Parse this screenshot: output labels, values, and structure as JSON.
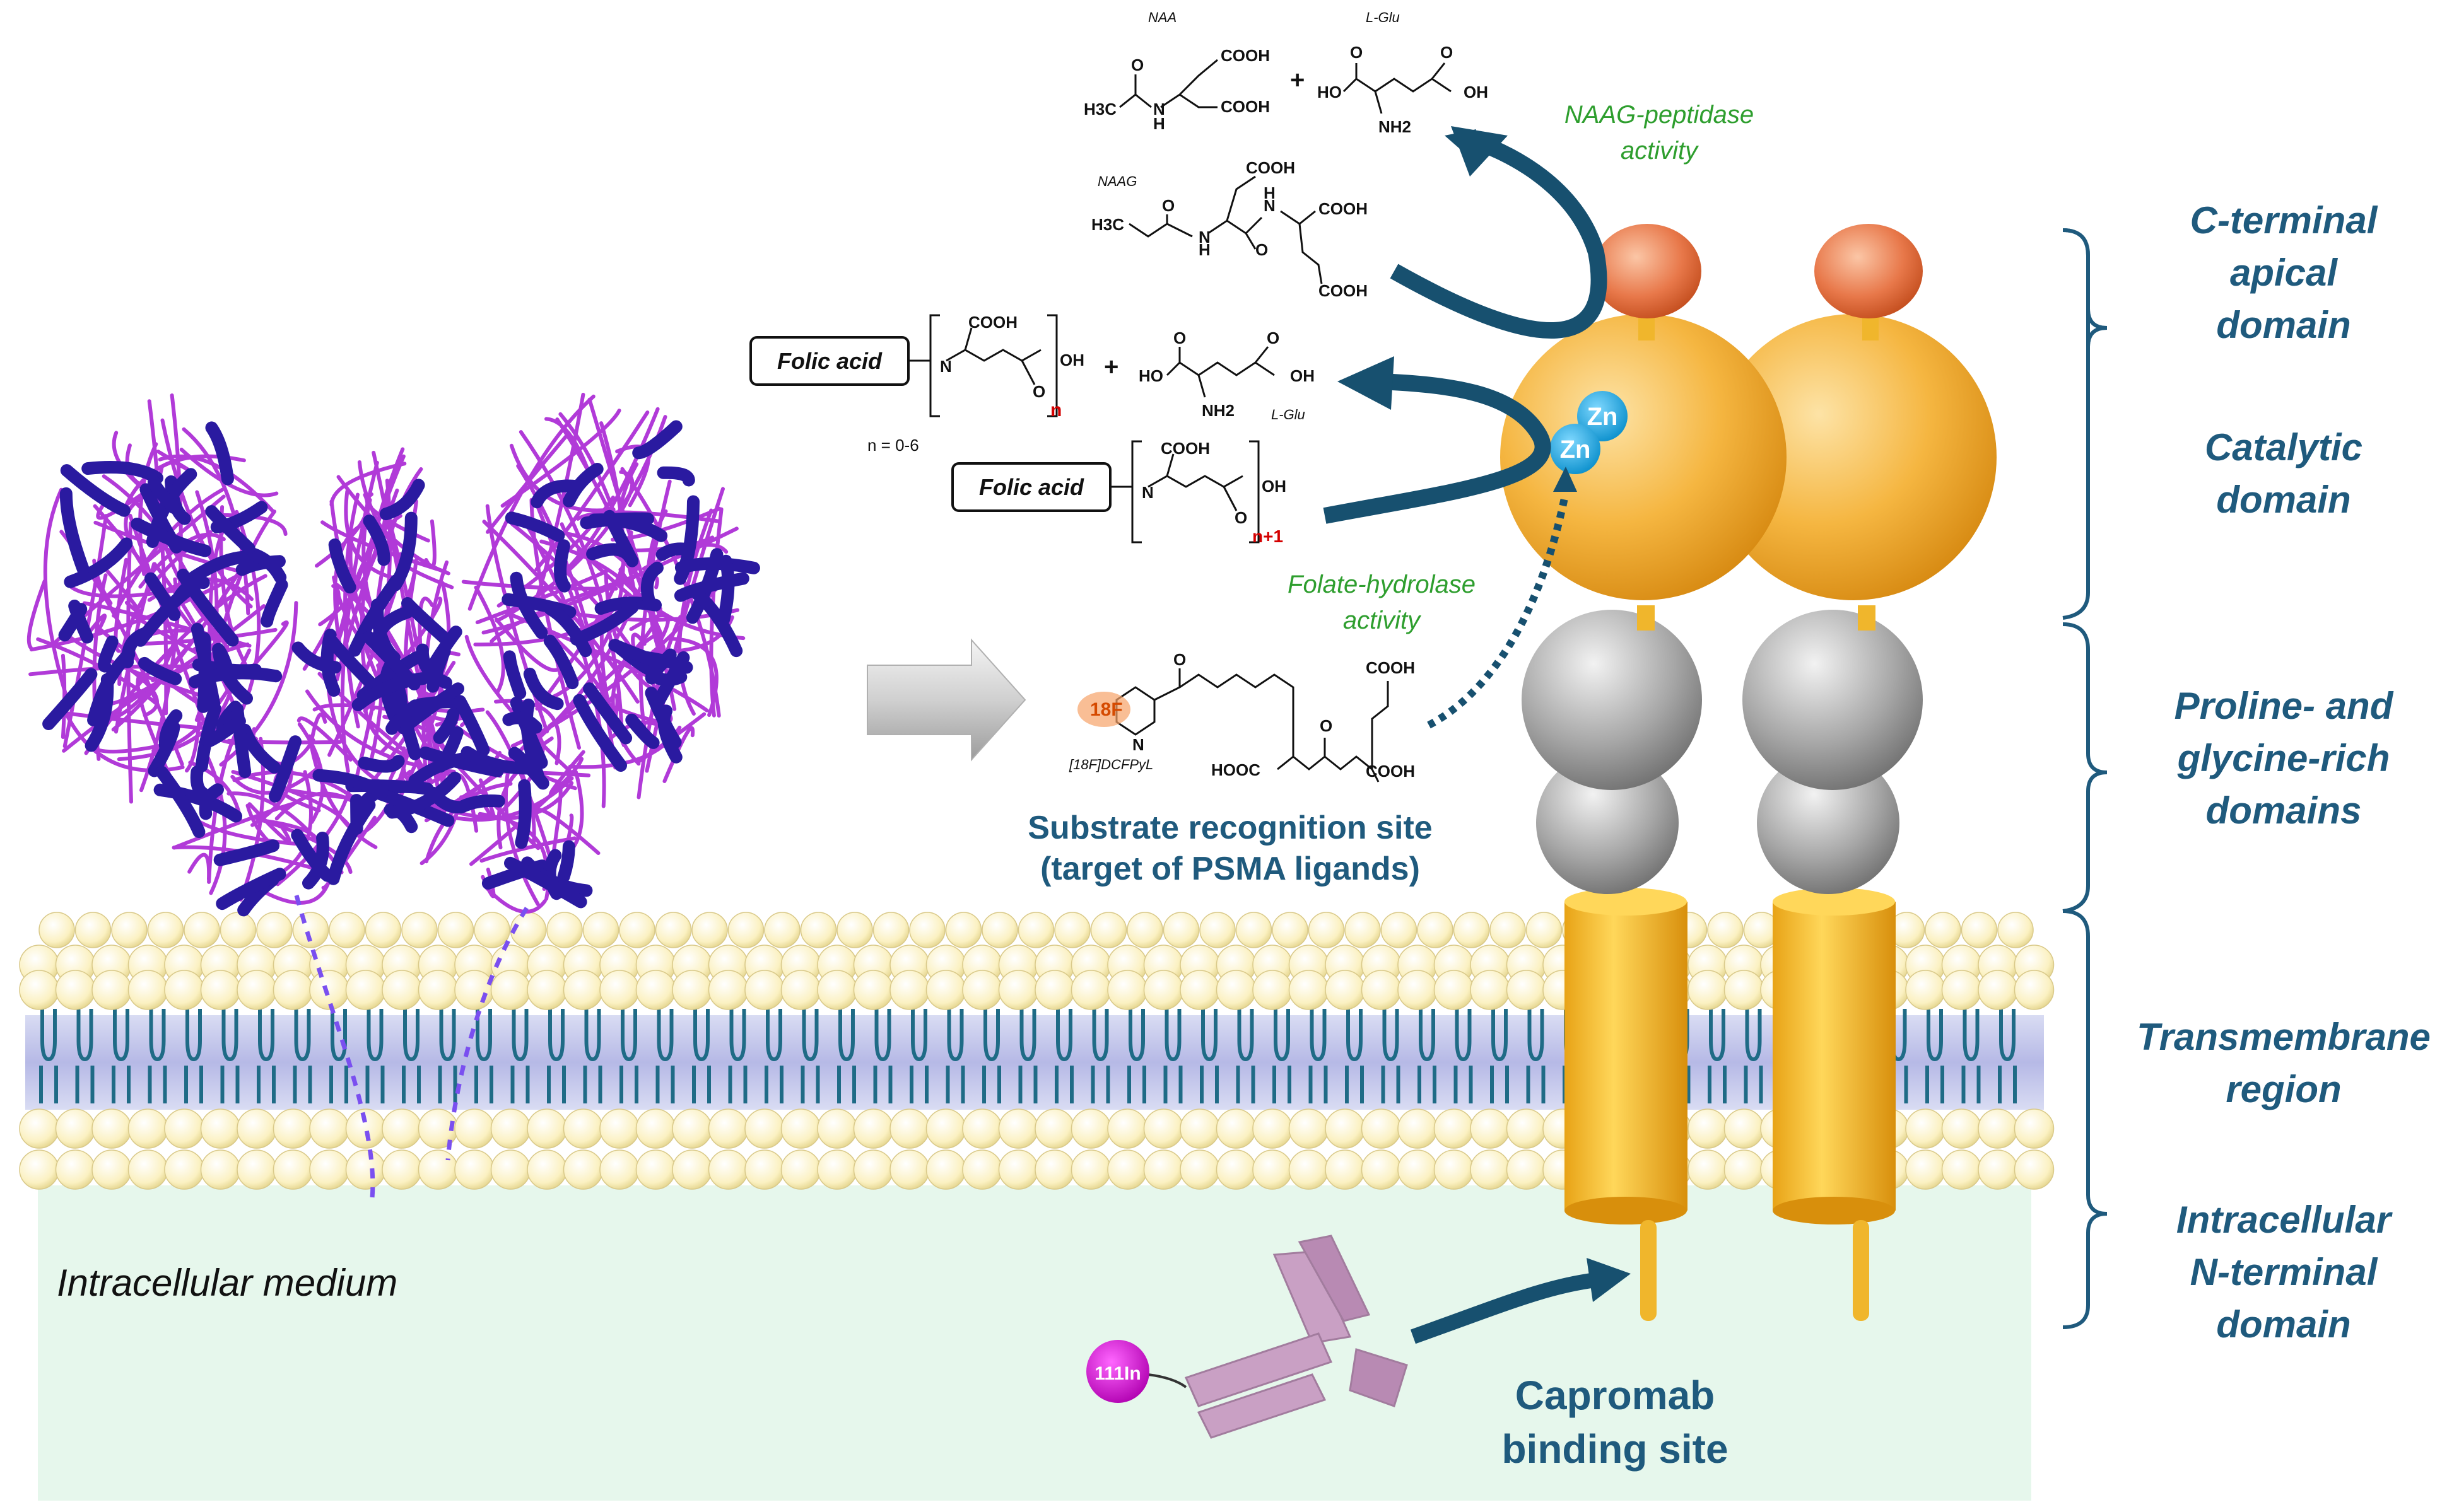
{
  "labels": {
    "intracellular_medium": "Intracellular medium",
    "substrate_line1": "Substrate recognition site",
    "substrate_line2": "(target of PSMA ligands)",
    "capromab_line1": "Capromab",
    "capromab_line2": "binding site",
    "naag_peptidase_line1": "NAAG-peptidase",
    "naag_peptidase_line2": "activity",
    "folate_hydrolase_line1": "Folate-hydrolase",
    "folate_hydrolase_line2": "activity",
    "zn1": "Zn",
    "zn2": "Zn",
    "indium": "111In"
  },
  "domains": [
    {
      "line1": "C-terminal",
      "line2": "apical",
      "line3": "domain"
    },
    {
      "line1": "Catalytic",
      "line2": "domain"
    },
    {
      "line1": "Proline- and",
      "line2": "glycine-rich",
      "line3": "domains"
    },
    {
      "line1": "Transmembrane",
      "line2": "region"
    },
    {
      "line1": "Intracellular",
      "line2": "N-terminal",
      "line3": "domain"
    }
  ],
  "chemistry": {
    "naa": "NAA",
    "lglu_top": "L-Glu",
    "lglu_mid": "L-Glu",
    "naag": "NAAG",
    "plus1": "+",
    "plus2": "+",
    "folic1": "Folic acid",
    "folic2": "Folic acid",
    "n_range": "n = 0-6",
    "n_sub": "n",
    "n1_sub": "n+1",
    "dcfpyl": "[18F]DCFPyL",
    "f18": "18F",
    "cooh": "COOH",
    "oh": "OH",
    "nh2": "NH2",
    "ho": "HO",
    "h3c": "H3C",
    "n": "N",
    "h": "H",
    "o": "O",
    "hooc": "HOOC"
  },
  "colors": {
    "domain_label": "#1f5a7d",
    "activity_text": "#2e9e2e",
    "arrow": "#17506f",
    "protein_strand": "#2a1aa0",
    "protein_loop": "#b13ad8",
    "catalytic_sphere": "#f2b138",
    "apical_cap": "#e2693a",
    "stalk_sphere": "#9e9e9e",
    "membrane_head": "#fbf3c4",
    "membrane_tail": "#1f6b86",
    "zinc": "#17a7e0",
    "antibody": "#c9a0c4",
    "indium": "#cc00cc",
    "intracellular_bg": "#e6f7ec"
  }
}
